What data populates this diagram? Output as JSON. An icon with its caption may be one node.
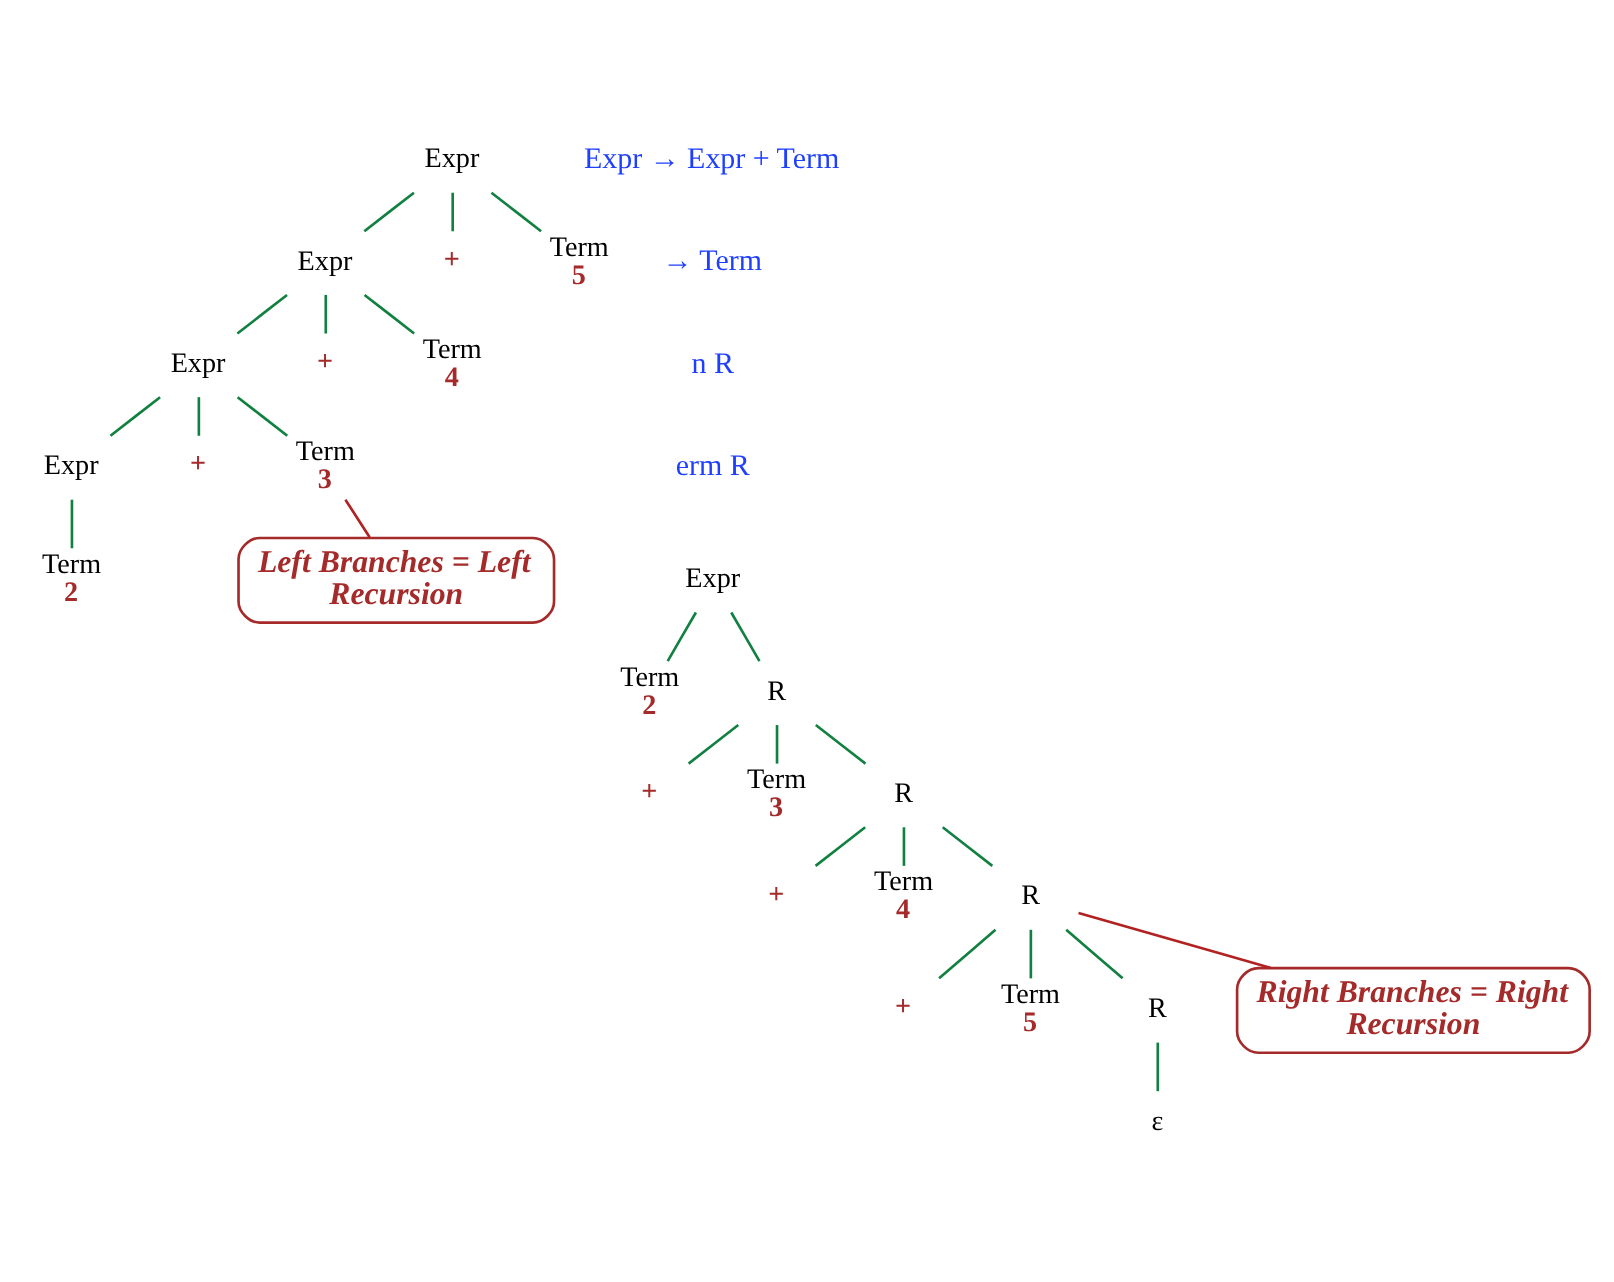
{
  "diagram": {
    "nodes": [
      {
        "text": [
          "Expr"
        ]
      },
      {
        "text": [
          "Expr"
        ]
      },
      {
        "text": [
          "+"
        ]
      },
      {
        "text": [
          "Term",
          "5"
        ]
      },
      {
        "text": [
          "Expr"
        ]
      },
      {
        "text": [
          "+"
        ]
      },
      {
        "text": [
          "Term",
          "4"
        ]
      },
      {
        "text": [
          "Expr"
        ]
      },
      {
        "text": [
          "+"
        ]
      },
      {
        "text": [
          "Term",
          "3"
        ]
      },
      {
        "text": [
          "Term",
          "2"
        ]
      },
      {
        "text": [
          "Expr"
        ]
      },
      {
        "text": [
          "Term",
          "2"
        ]
      },
      {
        "text": [
          "R"
        ]
      },
      {
        "text": [
          "+"
        ]
      },
      {
        "text": [
          "Term",
          "3"
        ]
      },
      {
        "text": [
          "R"
        ]
      },
      {
        "text": [
          "+"
        ]
      },
      {
        "text": [
          "Term",
          "4"
        ]
      },
      {
        "text": [
          "R"
        ]
      },
      {
        "text": [
          "+"
        ]
      },
      {
        "text": [
          "Term",
          "5"
        ]
      },
      {
        "text": [
          "R"
        ]
      },
      {
        "text": [
          "ε"
        ]
      },
      {
        "text": [
          "Left Branches = Left Recursion"
        ]
      },
      {
        "text": [
          "Right Branches = Right Recursion"
        ]
      }
    ],
    "edges": [
      {
        "from": 0,
        "to": 1,
        "arrow": "none"
      },
      {
        "from": 0,
        "to": 2,
        "arrow": "none"
      },
      {
        "from": 0,
        "to": 3,
        "arrow": "none"
      },
      {
        "from": 1,
        "to": 4,
        "arrow": "none"
      },
      {
        "from": 1,
        "to": 5,
        "arrow": "none"
      },
      {
        "from": 1,
        "to": 6,
        "arrow": "none"
      },
      {
        "from": 4,
        "to": 7,
        "arrow": "none"
      },
      {
        "from": 4,
        "to": 8,
        "arrow": "none"
      },
      {
        "from": 4,
        "to": 9,
        "arrow": "none"
      },
      {
        "from": 7,
        "to": 10,
        "arrow": "none"
      },
      {
        "from": 11,
        "to": 12,
        "arrow": "none"
      },
      {
        "from": 11,
        "to": 13,
        "arrow": "none"
      },
      {
        "from": 13,
        "to": 14,
        "arrow": "none"
      },
      {
        "from": 13,
        "to": 15,
        "arrow": "none"
      },
      {
        "from": 13,
        "to": 16,
        "arrow": "none"
      },
      {
        "from": 16,
        "to": 17,
        "arrow": "none"
      },
      {
        "from": 16,
        "to": 18,
        "arrow": "none"
      },
      {
        "from": 16,
        "to": 19,
        "arrow": "none"
      },
      {
        "from": 19,
        "to": 20,
        "arrow": "none"
      },
      {
        "from": 19,
        "to": 21,
        "arrow": "none"
      },
      {
        "from": 19,
        "to": 22,
        "arrow": "none"
      },
      {
        "from": 22,
        "to": 23,
        "arrow": "none"
      },
      {
        "from": 24,
        "to": 9,
        "arrow": "none",
        "color": "#b22222"
      },
      {
        "from": 25,
        "to": 19,
        "arrow": "none",
        "color": "#b22222"
      }
    ],
    "labels": [
      "Expr → Expr + Term",
      "→ Term",
      "n R",
      "erm R"
    ]
  }
}
